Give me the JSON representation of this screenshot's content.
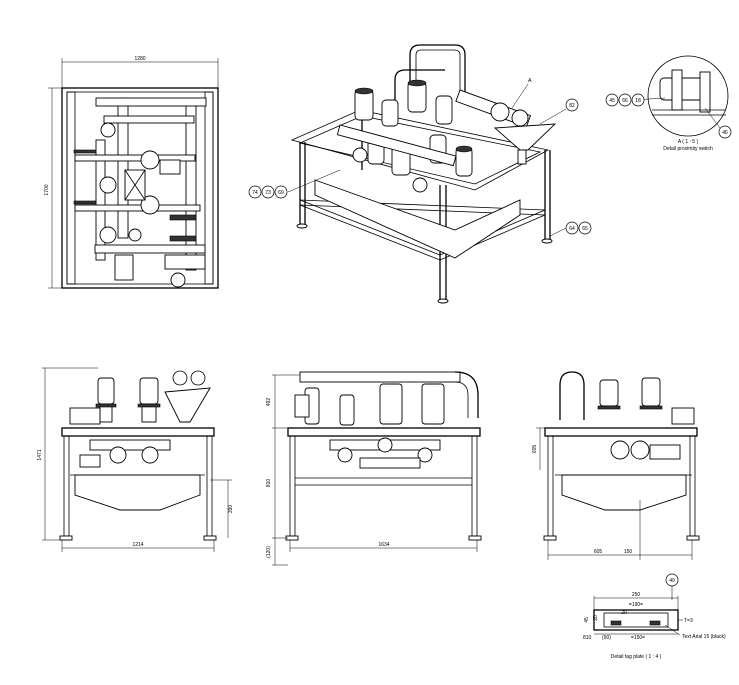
{
  "top_view": {
    "dims": {
      "width": "1280",
      "height": "1700"
    }
  },
  "iso_view": {
    "detail_label": "A",
    "callouts": [
      "74",
      "73",
      "69",
      "82",
      "64",
      "65"
    ]
  },
  "detail_proximity": {
    "callouts": [
      "45",
      "66",
      "18",
      "46"
    ],
    "title": "A ( 1 : 5 )",
    "caption": "Detail proximity switch"
  },
  "front_view": {
    "dims": {
      "height": "1471",
      "trough": "390",
      "width": "1214"
    }
  },
  "side_view": {
    "dims": {
      "top": "492",
      "mid": "810",
      "bottom": "(120)",
      "width": "1634"
    }
  },
  "end_view": {
    "dims": {
      "height": "605",
      "left": "605",
      "right": "150"
    }
  },
  "tag_plate": {
    "callout": "49",
    "dims": {
      "overall": "250",
      "inner_top": "=190=",
      "small": "20",
      "height": "45",
      "h2": "20",
      "left": "810",
      "bottom_left": "(90)",
      "bottom": "=150=",
      "thickness": "T=3"
    },
    "note": "Text Arial 15 (black)",
    "caption": "Detail tag plate ( 1 : 4 )"
  }
}
